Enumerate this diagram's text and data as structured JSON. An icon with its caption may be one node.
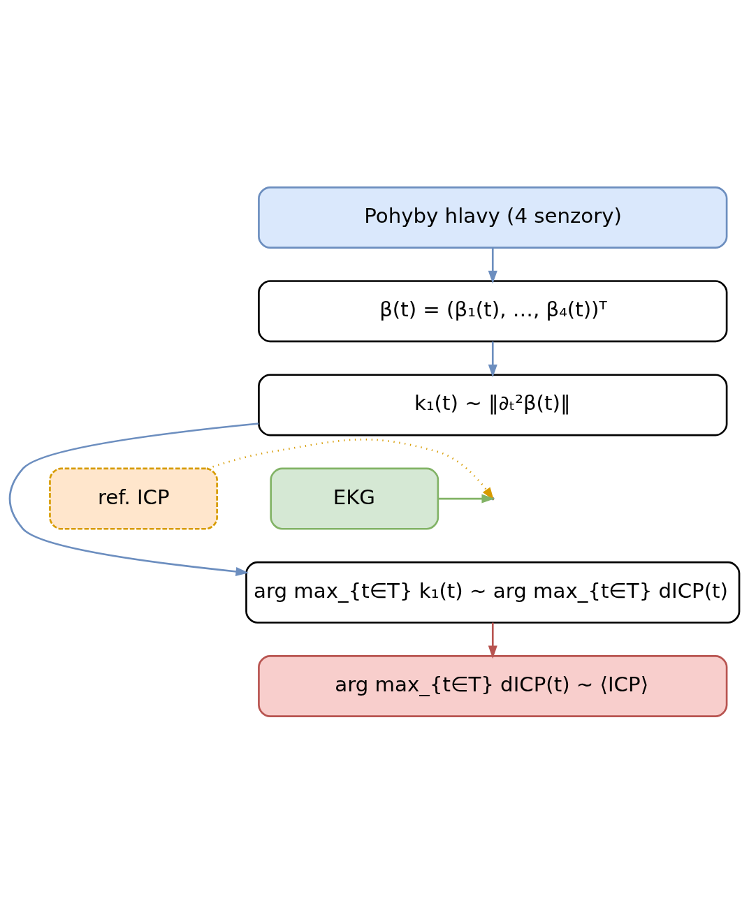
{
  "diagram": {
    "nodes": [
      {
        "text": [
          "Pohyby hlavy (4 senzory)"
        ]
      },
      {
        "text": [
          "β(t) = (β₁(t), …, β₄(t))ᵀ"
        ]
      },
      {
        "text": [
          "k₁(t) ∼ ‖∂ₜ²β(t)‖"
        ]
      },
      {
        "text": [
          "ref. ICP"
        ]
      },
      {
        "text": [
          "EKG"
        ]
      },
      {
        "text": [
          "arg max_{t∈T} k₁(t) ∼ arg max_{t∈T} dICP(t)"
        ]
      },
      {
        "text": [
          "arg max_{t∈T} dICP(t) ∼ ⟨ICP⟩"
        ]
      }
    ],
    "edges": [
      {
        "from": 0,
        "to": 1,
        "arrow": "to",
        "color": "#6c8ebf"
      },
      {
        "from": 1,
        "to": 2,
        "arrow": "to",
        "color": "#6c8ebf"
      },
      {
        "from": 2,
        "to": 5,
        "arrow": "to",
        "color": "#6c8ebf"
      },
      {
        "from": 3,
        "to": null,
        "arrow": "to",
        "style": "dashed",
        "color": "#d79b00"
      },
      {
        "from": 4,
        "to": null,
        "arrow": "to",
        "color": "#82b366"
      },
      {
        "from": 5,
        "to": 6,
        "arrow": "to",
        "color": "#b85450"
      }
    ]
  }
}
